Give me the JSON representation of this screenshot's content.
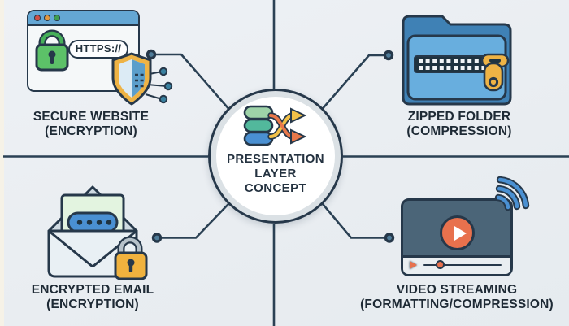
{
  "center": {
    "line1": "PRESENTATION",
    "line2": "LAYER",
    "line3": "CONCEPT",
    "icon": "database-shuffle-icon"
  },
  "quadrants": {
    "top_left": {
      "label_line1": "SECURE WEBSITE",
      "label_line2": "(ENCRYPTION)",
      "address_text": "HTTPS://",
      "icons": [
        "browser-window-icon",
        "padlock-icon",
        "shield-icon",
        "circuit-nodes-icon"
      ]
    },
    "top_right": {
      "label_line1": "ZIPPED FOLDER",
      "label_line2": "(COMPRESSION)",
      "icons": [
        "zipped-folder-icon",
        "zipper-pull-icon"
      ]
    },
    "bottom_left": {
      "label_line1": "ENCRYPTED EMAIL",
      "label_line2": "(ENCRYPTION)",
      "icons": [
        "envelope-icon",
        "password-pill-icon",
        "padlock-icon"
      ]
    },
    "bottom_right": {
      "label_line1": "VIDEO STREAMING",
      "label_line2": "(FORMATTING/COMPRESSION)",
      "icons": [
        "video-player-icon",
        "play-button-icon",
        "wifi-icon"
      ]
    }
  },
  "colors": {
    "background": "#eaeef2",
    "line_navy": "#2b4154",
    "outline_navy": "#26384a",
    "circle_ring": "#dbe1e5",
    "accent_blue": "#4a90d2",
    "titlebar_blue": "#64a7d4",
    "folder_front_blue": "#68aede",
    "folder_back_blue": "#3f81b5",
    "lock_green": "#5cc168",
    "gold": "#eeb345",
    "amber_lock": "#f0b23e",
    "orange": "#e8714d",
    "player_slate": "#4b6578",
    "letter_green": "#e3f4e0",
    "shield_gold": "#eeb345",
    "node_teal": "#39809f"
  }
}
